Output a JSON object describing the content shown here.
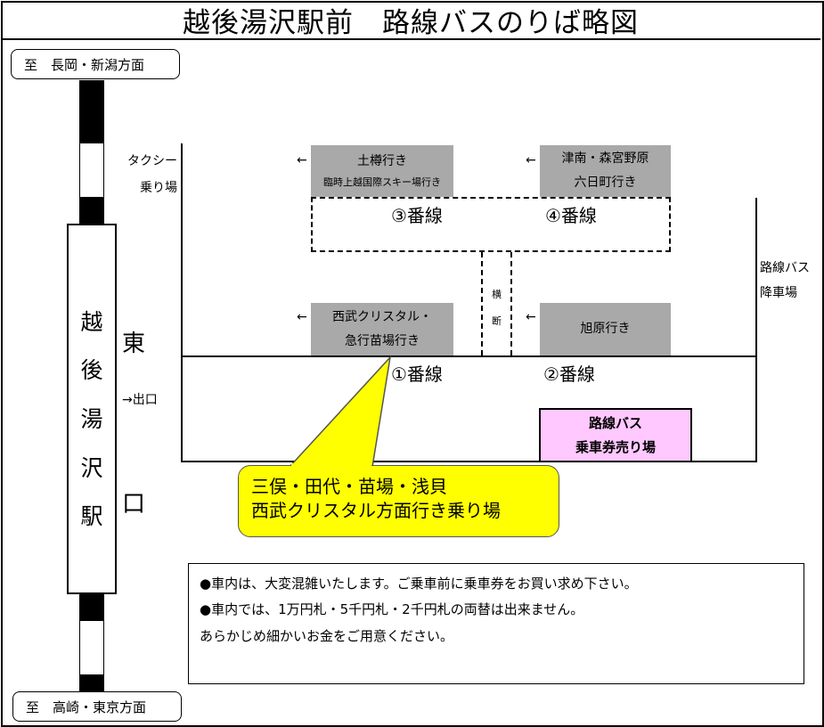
{
  "title": "越後湯沢駅前　路線バスのりば略図",
  "direction_north": "至　長岡・新潟方面",
  "direction_south": "至　高崎・東京方面",
  "station_name": [
    "越",
    "後",
    "湯",
    "沢",
    "駅"
  ],
  "east_exit": {
    "char1": "東",
    "char2": "口",
    "arrow_label": "→出口"
  },
  "taxi": {
    "line1": "タクシー",
    "line2": "乗り場"
  },
  "route_bus_alight": {
    "line1": "路線バス",
    "line2": "降車場"
  },
  "crossing": {
    "char1": "横",
    "char2": "断"
  },
  "arrow": "←",
  "stops": {
    "s3": {
      "line1": "土樽行き",
      "line2": "臨時上越国際スキー場行き",
      "platform": "③番線"
    },
    "s4": {
      "line1": "津南・森宮野原",
      "line2": "六日町行き",
      "platform": "④番線"
    },
    "s1": {
      "line1": "西武クリスタル・",
      "line2": "急行苗場行き",
      "platform": "①番線"
    },
    "s2": {
      "line1": "旭原行き",
      "platform": "②番線"
    }
  },
  "ticket_office": {
    "line1": "路線バス",
    "line2": "乗車券売り場"
  },
  "callout": {
    "line1": "三俣・田代・苗場・浅貝",
    "line2": "西武クリスタル方面行き乗り場"
  },
  "notice": {
    "line1": "●車内は、大変混雑いたします。ご乗車前に乗車券をお買い求め下さい。",
    "line2": "●車内では、1万円札・5千円札・2千円札の両替は出来ません。",
    "line3": "あらかじめ細かいお金をご用意ください。"
  },
  "colors": {
    "stop_box": "#a9a9a9",
    "ticket_office": "#ffc8ff",
    "callout": "#ffff00"
  }
}
